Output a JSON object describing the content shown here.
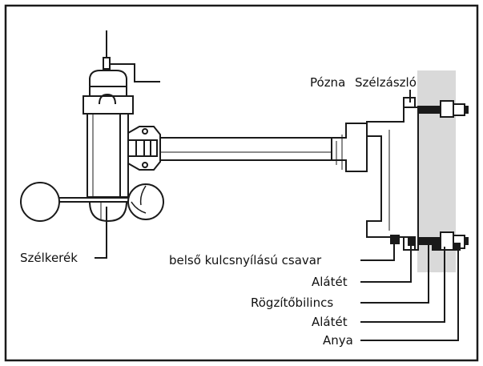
{
  "labels": {
    "pole": "Pózna",
    "wind_vane": "Szélzászló",
    "wind_cups": "Szélkerék",
    "hex_screw": "belső kulcsnyílású csavar",
    "washer_1": "Alátét",
    "clamp": "Rögzítőbilincs",
    "washer_2": "Alátét",
    "nut": "Anya"
  },
  "colors": {
    "line": "#1a1a1a",
    "pole_fill": "#d9d9d9",
    "background": "#ffffff"
  }
}
